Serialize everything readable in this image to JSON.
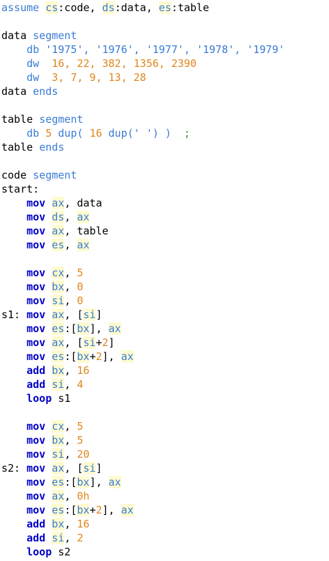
{
  "editor": {
    "language": "assembly",
    "colors": {
      "plain": "#000000",
      "keyword": "#3a7bd5",
      "instruction": "#0000c8",
      "register": "#3a7bd5",
      "register_highlight": "#fffbd0",
      "number": "#e0861a",
      "comment": "#2b9a2b",
      "background": "#ffffff"
    },
    "lines": [
      [
        {
          "t": "assume ",
          "c": "kw"
        },
        {
          "t": "cs",
          "c": "reg"
        },
        {
          "t": ":code, ",
          "c": "plain"
        },
        {
          "t": "ds",
          "c": "reg"
        },
        {
          "t": ":data, ",
          "c": "plain"
        },
        {
          "t": "es",
          "c": "reg"
        },
        {
          "t": ":table",
          "c": "plain"
        }
      ],
      [],
      [
        {
          "t": "data ",
          "c": "plain"
        },
        {
          "t": "segment",
          "c": "kw"
        }
      ],
      [
        {
          "t": "    ",
          "c": "plain"
        },
        {
          "t": "db ",
          "c": "kw"
        },
        {
          "t": "'1975', '1976', '1977', '1978', '1979'",
          "c": "str"
        }
      ],
      [
        {
          "t": "    ",
          "c": "plain"
        },
        {
          "t": "dw  ",
          "c": "kw"
        },
        {
          "t": "16, 22, 382, 1356, 2390",
          "c": "num"
        }
      ],
      [
        {
          "t": "    ",
          "c": "plain"
        },
        {
          "t": "dw  ",
          "c": "kw"
        },
        {
          "t": "3, 7, 9, 13, 28",
          "c": "num"
        }
      ],
      [
        {
          "t": "data ",
          "c": "plain"
        },
        {
          "t": "ends",
          "c": "kw"
        }
      ],
      [],
      [
        {
          "t": "table ",
          "c": "plain"
        },
        {
          "t": "segment",
          "c": "kw"
        }
      ],
      [
        {
          "t": "    ",
          "c": "plain"
        },
        {
          "t": "db ",
          "c": "kw"
        },
        {
          "t": "5 ",
          "c": "num"
        },
        {
          "t": "dup",
          "c": "kw"
        },
        {
          "t": "( ",
          "c": "br"
        },
        {
          "t": "16 ",
          "c": "num"
        },
        {
          "t": "dup",
          "c": "kw"
        },
        {
          "t": "(' ') )  ",
          "c": "br"
        },
        {
          "t": ";",
          "c": "cmt"
        }
      ],
      [
        {
          "t": "table ",
          "c": "plain"
        },
        {
          "t": "ends",
          "c": "kw"
        }
      ],
      [],
      [
        {
          "t": "code ",
          "c": "plain"
        },
        {
          "t": "segment",
          "c": "kw"
        }
      ],
      [
        {
          "t": "start:",
          "c": "plain"
        }
      ],
      [
        {
          "t": "    ",
          "c": "plain"
        },
        {
          "t": "mov ",
          "c": "ins"
        },
        {
          "t": "ax",
          "c": "reg"
        },
        {
          "t": ", data",
          "c": "plain"
        }
      ],
      [
        {
          "t": "    ",
          "c": "plain"
        },
        {
          "t": "mov ",
          "c": "ins"
        },
        {
          "t": "ds",
          "c": "reg"
        },
        {
          "t": ", ",
          "c": "plain"
        },
        {
          "t": "ax",
          "c": "reg"
        }
      ],
      [
        {
          "t": "    ",
          "c": "plain"
        },
        {
          "t": "mov ",
          "c": "ins"
        },
        {
          "t": "ax",
          "c": "reg"
        },
        {
          "t": ", table",
          "c": "plain"
        }
      ],
      [
        {
          "t": "    ",
          "c": "plain"
        },
        {
          "t": "mov ",
          "c": "ins"
        },
        {
          "t": "es",
          "c": "reg"
        },
        {
          "t": ", ",
          "c": "plain"
        },
        {
          "t": "ax",
          "c": "reg"
        }
      ],
      [],
      [
        {
          "t": "    ",
          "c": "plain"
        },
        {
          "t": "mov ",
          "c": "ins"
        },
        {
          "t": "cx",
          "c": "reg"
        },
        {
          "t": ", ",
          "c": "plain"
        },
        {
          "t": "5",
          "c": "num"
        }
      ],
      [
        {
          "t": "    ",
          "c": "plain"
        },
        {
          "t": "mov ",
          "c": "ins"
        },
        {
          "t": "bx",
          "c": "reg"
        },
        {
          "t": ", ",
          "c": "plain"
        },
        {
          "t": "0",
          "c": "num"
        }
      ],
      [
        {
          "t": "    ",
          "c": "plain"
        },
        {
          "t": "mov ",
          "c": "ins"
        },
        {
          "t": "si",
          "c": "reg"
        },
        {
          "t": ", ",
          "c": "plain"
        },
        {
          "t": "0",
          "c": "num"
        }
      ],
      [
        {
          "t": "s1: ",
          "c": "plain"
        },
        {
          "t": "mov ",
          "c": "ins"
        },
        {
          "t": "ax",
          "c": "reg"
        },
        {
          "t": ", [",
          "c": "plain"
        },
        {
          "t": "si",
          "c": "reg"
        },
        {
          "t": "]",
          "c": "plain"
        }
      ],
      [
        {
          "t": "    ",
          "c": "plain"
        },
        {
          "t": "mov ",
          "c": "ins"
        },
        {
          "t": "es",
          "c": "reg"
        },
        {
          "t": ":[",
          "c": "plain"
        },
        {
          "t": "bx",
          "c": "reg"
        },
        {
          "t": "], ",
          "c": "plain"
        },
        {
          "t": "ax",
          "c": "reg"
        }
      ],
      [
        {
          "t": "    ",
          "c": "plain"
        },
        {
          "t": "mov ",
          "c": "ins"
        },
        {
          "t": "ax",
          "c": "reg"
        },
        {
          "t": ", [",
          "c": "plain"
        },
        {
          "t": "si",
          "c": "reg"
        },
        {
          "t": "+",
          "c": "plain"
        },
        {
          "t": "2",
          "c": "num"
        },
        {
          "t": "]",
          "c": "plain"
        }
      ],
      [
        {
          "t": "    ",
          "c": "plain"
        },
        {
          "t": "mov ",
          "c": "ins"
        },
        {
          "t": "es",
          "c": "reg"
        },
        {
          "t": ":[",
          "c": "plain"
        },
        {
          "t": "bx",
          "c": "reg"
        },
        {
          "t": "+",
          "c": "plain"
        },
        {
          "t": "2",
          "c": "num"
        },
        {
          "t": "], ",
          "c": "plain"
        },
        {
          "t": "ax",
          "c": "reg"
        }
      ],
      [
        {
          "t": "    ",
          "c": "plain"
        },
        {
          "t": "add ",
          "c": "ins"
        },
        {
          "t": "bx",
          "c": "reg"
        },
        {
          "t": ", ",
          "c": "plain"
        },
        {
          "t": "16",
          "c": "num"
        }
      ],
      [
        {
          "t": "    ",
          "c": "plain"
        },
        {
          "t": "add ",
          "c": "ins"
        },
        {
          "t": "si",
          "c": "reg"
        },
        {
          "t": ", ",
          "c": "plain"
        },
        {
          "t": "4",
          "c": "num"
        }
      ],
      [
        {
          "t": "    ",
          "c": "plain"
        },
        {
          "t": "loop ",
          "c": "ins"
        },
        {
          "t": "s1",
          "c": "plain"
        }
      ],
      [],
      [
        {
          "t": "    ",
          "c": "plain"
        },
        {
          "t": "mov ",
          "c": "ins"
        },
        {
          "t": "cx",
          "c": "reg"
        },
        {
          "t": ", ",
          "c": "plain"
        },
        {
          "t": "5",
          "c": "num"
        }
      ],
      [
        {
          "t": "    ",
          "c": "plain"
        },
        {
          "t": "mov ",
          "c": "ins"
        },
        {
          "t": "bx",
          "c": "reg"
        },
        {
          "t": ", ",
          "c": "plain"
        },
        {
          "t": "5",
          "c": "num"
        }
      ],
      [
        {
          "t": "    ",
          "c": "plain"
        },
        {
          "t": "mov ",
          "c": "ins"
        },
        {
          "t": "si",
          "c": "reg"
        },
        {
          "t": ", ",
          "c": "plain"
        },
        {
          "t": "20",
          "c": "num"
        }
      ],
      [
        {
          "t": "s2: ",
          "c": "plain"
        },
        {
          "t": "mov ",
          "c": "ins"
        },
        {
          "t": "ax",
          "c": "reg"
        },
        {
          "t": ", [",
          "c": "plain"
        },
        {
          "t": "si",
          "c": "reg"
        },
        {
          "t": "]",
          "c": "plain"
        }
      ],
      [
        {
          "t": "    ",
          "c": "plain"
        },
        {
          "t": "mov ",
          "c": "ins"
        },
        {
          "t": "es",
          "c": "reg"
        },
        {
          "t": ":[",
          "c": "plain"
        },
        {
          "t": "bx",
          "c": "reg"
        },
        {
          "t": "], ",
          "c": "plain"
        },
        {
          "t": "ax",
          "c": "reg"
        }
      ],
      [
        {
          "t": "    ",
          "c": "plain"
        },
        {
          "t": "mov ",
          "c": "ins"
        },
        {
          "t": "ax",
          "c": "reg"
        },
        {
          "t": ", ",
          "c": "plain"
        },
        {
          "t": "0h",
          "c": "num"
        }
      ],
      [
        {
          "t": "    ",
          "c": "plain"
        },
        {
          "t": "mov ",
          "c": "ins"
        },
        {
          "t": "es",
          "c": "reg"
        },
        {
          "t": ":[",
          "c": "plain"
        },
        {
          "t": "bx",
          "c": "reg"
        },
        {
          "t": "+",
          "c": "plain"
        },
        {
          "t": "2",
          "c": "num"
        },
        {
          "t": "], ",
          "c": "plain"
        },
        {
          "t": "ax",
          "c": "reg"
        }
      ],
      [
        {
          "t": "    ",
          "c": "plain"
        },
        {
          "t": "add ",
          "c": "ins"
        },
        {
          "t": "bx",
          "c": "reg"
        },
        {
          "t": ", ",
          "c": "plain"
        },
        {
          "t": "16",
          "c": "num"
        }
      ],
      [
        {
          "t": "    ",
          "c": "plain"
        },
        {
          "t": "add ",
          "c": "ins"
        },
        {
          "t": "si",
          "c": "reg"
        },
        {
          "t": ", ",
          "c": "plain"
        },
        {
          "t": "2",
          "c": "num"
        }
      ],
      [
        {
          "t": "    ",
          "c": "plain"
        },
        {
          "t": "loop ",
          "c": "ins"
        },
        {
          "t": "s2",
          "c": "plain"
        }
      ]
    ]
  }
}
